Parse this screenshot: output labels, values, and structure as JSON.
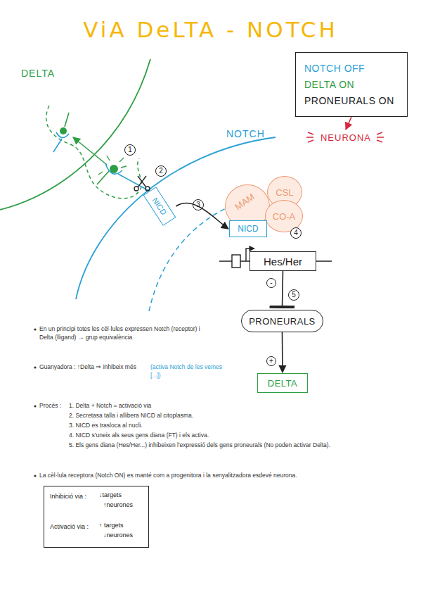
{
  "diagram": {
    "title": "ViA DeLTA - NOTCH",
    "nodes": [
      {
        "text": [
          "NICD"
        ]
      },
      {
        "text": [
          "MAM"
        ]
      },
      {
        "text": [
          "CSL"
        ]
      },
      {
        "text": [
          "CO-A"
        ]
      },
      {
        "text": [
          "NICD"
        ]
      },
      {
        "text": [
          "Hes/Her"
        ]
      },
      {
        "text": [
          "PRONEURALS"
        ]
      },
      {
        "text": [
          "DELTA"
        ]
      },
      {
        "text": [
          "NOTCH OFF",
          "DELTA ON",
          "PRONEURALS ON"
        ]
      },
      {
        "text": [
          "NEURONA"
        ]
      },
      {
        "text": [
          "Inhibició via :",
          "↓targets",
          "↑neurones",
          "Activació via :",
          "↑ targets",
          "↓neurones"
        ]
      }
    ],
    "edges": [
      {
        "from": 0,
        "to": 4,
        "arrow": "to"
      },
      {
        "from": 5,
        "to": 6,
        "label": "-",
        "arrow": "to"
      },
      {
        "from": 6,
        "to": 7,
        "label": "+",
        "arrow": "to"
      },
      {
        "from": 8,
        "to": 9,
        "arrow": "to"
      }
    ],
    "labels": [
      "DELTA",
      "NOTCH",
      "1",
      "2",
      "3",
      "4",
      "5",
      "En un principi totes les cèl·lules expressen Notch (receptor) i Delta (lligand) → grup equivalència",
      "Guanyadora : ↑Delta ⇒ inhibeix més",
      "(activa Notch de les veïnes [...])",
      "Procés :",
      "1. Delta + Notch = activació via",
      "2. Secretasa talla i allibera NICD al citoplasma.",
      "3. NICD es trasloca al nucli.",
      "4. NICD s'uneix als seus gens diana (FT) i els activa.",
      "5. Els gens diana (Hes/Her...) inhibeixen l'expressió dels gens proneurals (No poden activar Delta).",
      "La cèl·lula receptora (Notch ON) es manté com a progenitora i la senyalitzadora esdevé neurona."
    ]
  }
}
